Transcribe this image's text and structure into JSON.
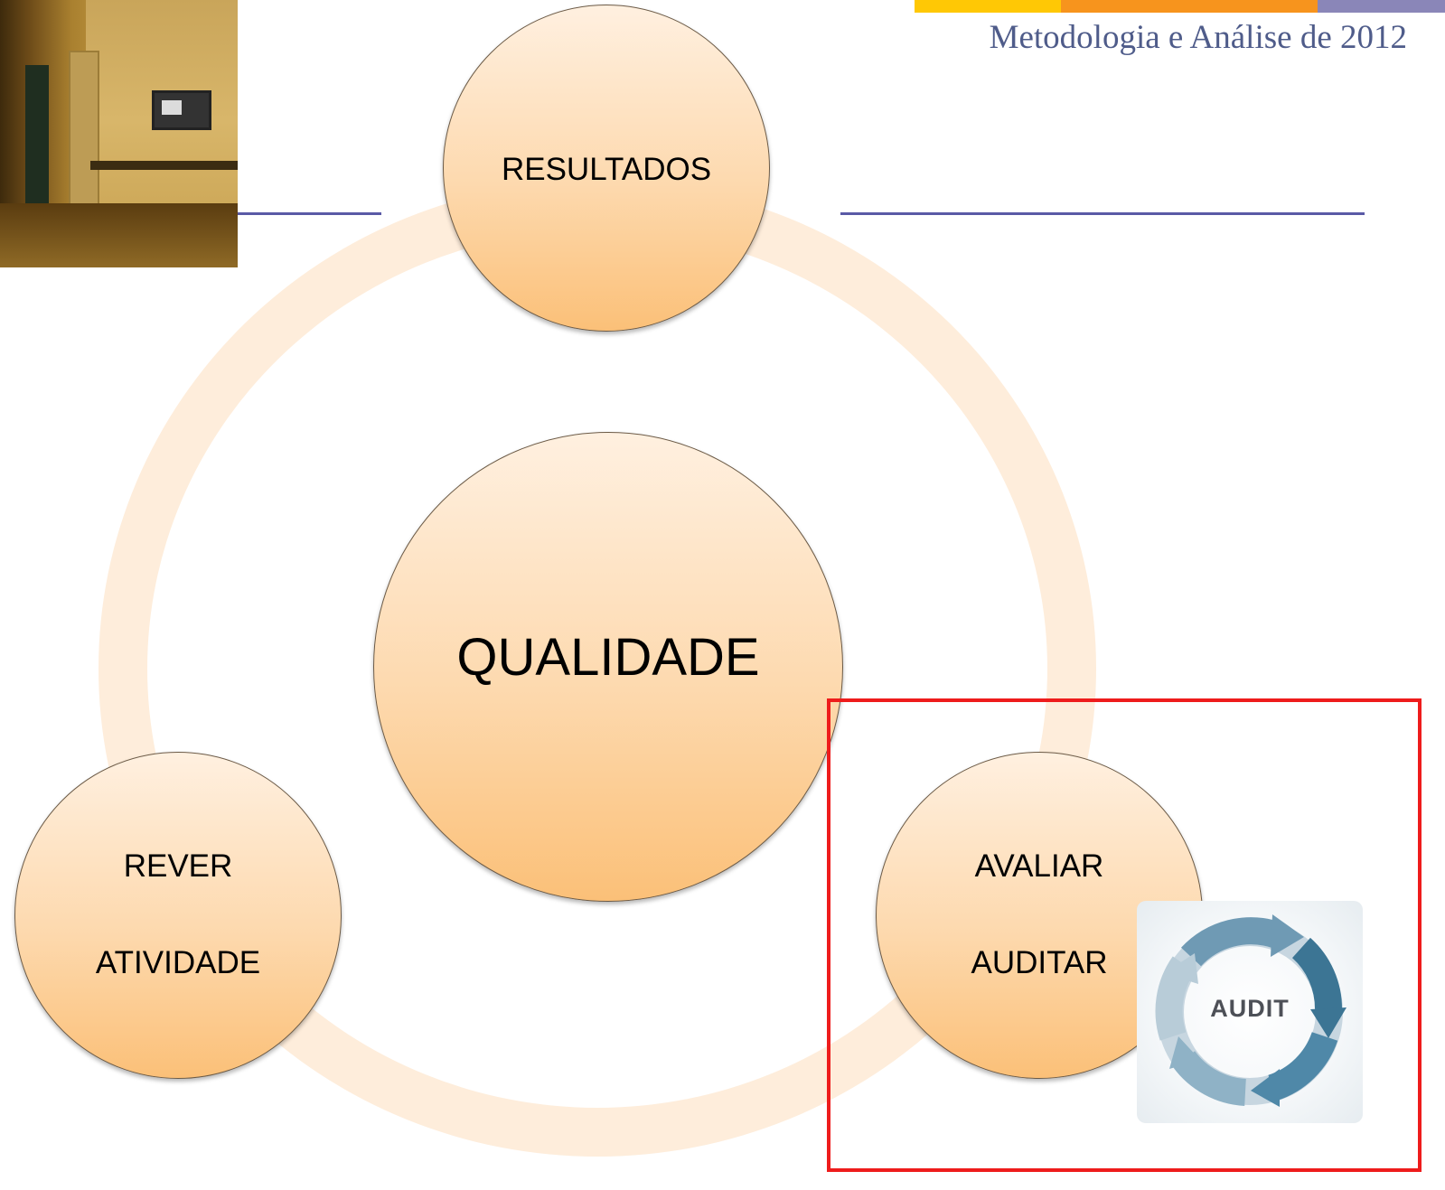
{
  "header": {
    "title": "Metodologia e Análise de 2012"
  },
  "colors": {
    "bar_yellow": "#ffc805",
    "bar_orange": "#f7941d",
    "bar_purple": "#8a86b8",
    "rule": "#5a5aa6",
    "ring": "#feeddb",
    "node_fill": "#fdd9ae",
    "highlight": "#ee1c1c"
  },
  "diagram": {
    "center": "QUALIDADE",
    "nodes": [
      {
        "lines": [
          "RESULTADOS"
        ]
      },
      {
        "lines": [
          "AVALIAR",
          "AUDITAR"
        ]
      },
      {
        "lines": [
          "REVER",
          "ATIVIDADE"
        ]
      }
    ]
  },
  "audit_image": {
    "label": "AUDIT",
    "icon": "audit-cycle-icon"
  },
  "photo": {
    "icon": "hospital-corridor-photo"
  }
}
